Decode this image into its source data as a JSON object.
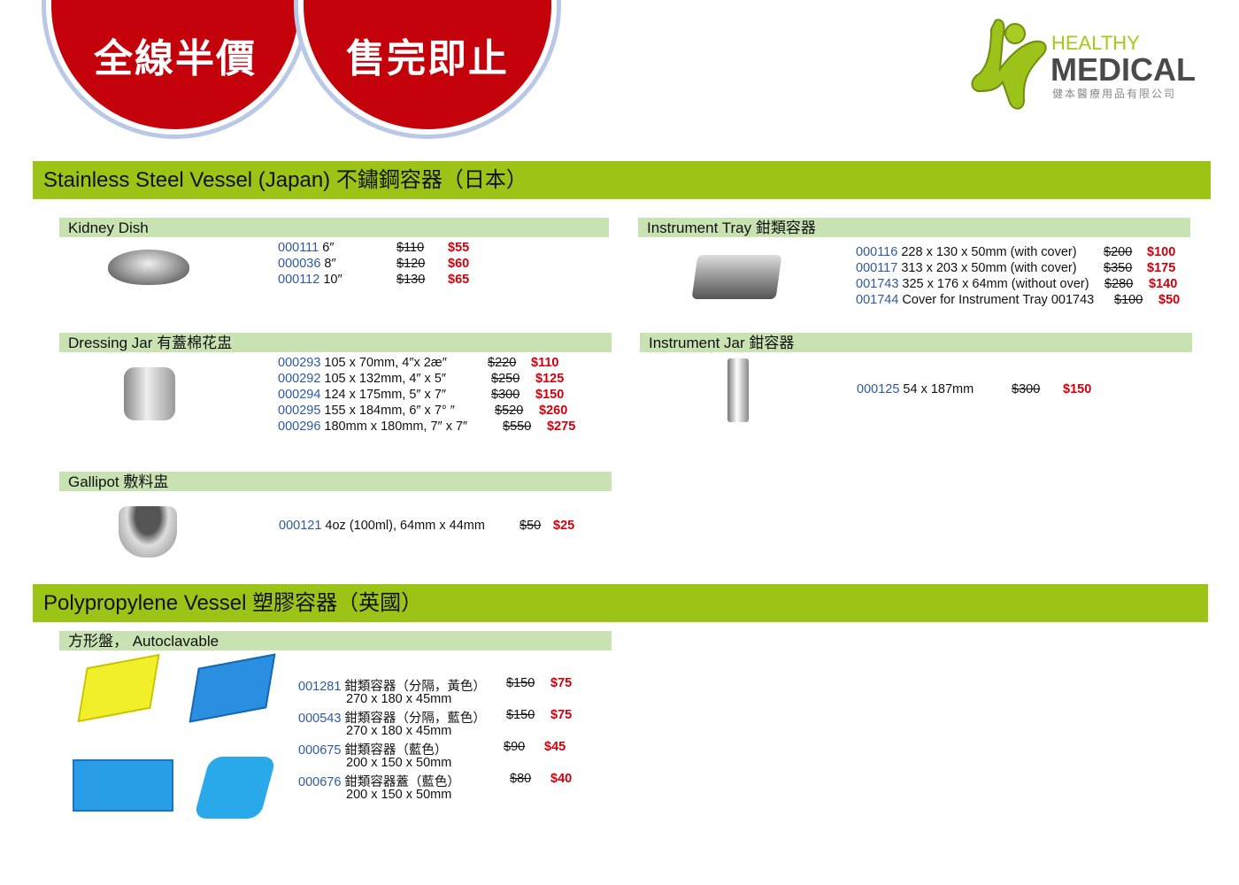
{
  "banner": {
    "circle1": "全線半價",
    "circle2": "售完即止"
  },
  "logo": {
    "line1": "HEALTHY",
    "line2": "MEDICAL",
    "line3": "健本醫療用品有限公司"
  },
  "sections": [
    {
      "title": "Stainless Steel Vessel (Japan) 不鏽鋼容器（日本）"
    },
    {
      "title": "Polypropylene Vessel 塑膠容器（英國）"
    }
  ],
  "kidney": {
    "title": "Kidney Dish",
    "items": [
      {
        "code": "000111",
        "desc": "6″",
        "old": "$110",
        "new": "$55"
      },
      {
        "code": "000036",
        "desc": "8″",
        "old": "$120",
        "new": "$60"
      },
      {
        "code": "000112",
        "desc": "10″",
        "old": "$130",
        "new": "$65"
      }
    ]
  },
  "tray": {
    "title": "Instrument Tray 鉗類容器",
    "items": [
      {
        "code": "000116",
        "desc": "228 x 130 x 50mm (with cover)",
        "old": "$200",
        "new": "$100"
      },
      {
        "code": "000117",
        "desc": "313 x 203 x 50mm (with cover)",
        "old": "$350",
        "new": "$175"
      },
      {
        "code": "001743",
        "desc": "325 x 176 x 64mm (without over)",
        "old": "$280",
        "new": "$140"
      },
      {
        "code": "001744",
        "desc": "Cover for Instrument Tray 001743",
        "old": "$100",
        "new": "$50"
      }
    ]
  },
  "dressing": {
    "title": "Dressing Jar 有蓋棉花盅",
    "items": [
      {
        "code": "000293",
        "desc": "105 x 70mm, 4″x 2æ″",
        "old": "$220",
        "new": "$110"
      },
      {
        "code": "000292",
        "desc": "105 x 132mm, 4″ x 5″",
        "old": "$250",
        "new": "$125"
      },
      {
        "code": "000294",
        "desc": "124 x 175mm, 5″ x 7″",
        "old": "$300",
        "new": "$150"
      },
      {
        "code": "000295",
        "desc": "155 x 184mm, 6″ x 7° ″",
        "old": "$520",
        "new": "$260"
      },
      {
        "code": "000296",
        "desc": "180mm x 180mm, 7″ x 7″",
        "old": "$550",
        "new": "$275"
      }
    ]
  },
  "jar": {
    "title": "Instrument Jar 鉗容器",
    "items": [
      {
        "code": "000125",
        "desc": "54 x 187mm",
        "old": "$300",
        "new": "$150"
      }
    ]
  },
  "gallipot": {
    "title": "Gallipot 敷料盅",
    "items": [
      {
        "code": "000121",
        "desc": "4oz (100ml), 64mm x 44mm",
        "old": "$50",
        "new": "$25"
      }
    ]
  },
  "square": {
    "title": "方形盤， Autoclavable",
    "items": [
      {
        "code": "001281",
        "desc": "鉗類容器（分隔，黃色）",
        "size": "270 x 180 x 45mm",
        "old": "$150",
        "new": "$75"
      },
      {
        "code": "000543",
        "desc": "鉗類容器（分隔，藍色）",
        "size": "270 x 180 x 45mm",
        "old": "$150",
        "new": "$75"
      },
      {
        "code": "000675",
        "desc": "鉗類容器（藍色）",
        "size": "200 x 150 x 50mm",
        "old": "$90",
        "new": "$45"
      },
      {
        "code": "000676",
        "desc": "鉗類容器蓋（藍色）",
        "size": "200 x 150 x 50mm",
        "old": "$80",
        "new": "$40"
      }
    ]
  },
  "colors": {
    "green": "#9cc417",
    "red": "#d0000c",
    "blue": "#2d5aa0"
  }
}
